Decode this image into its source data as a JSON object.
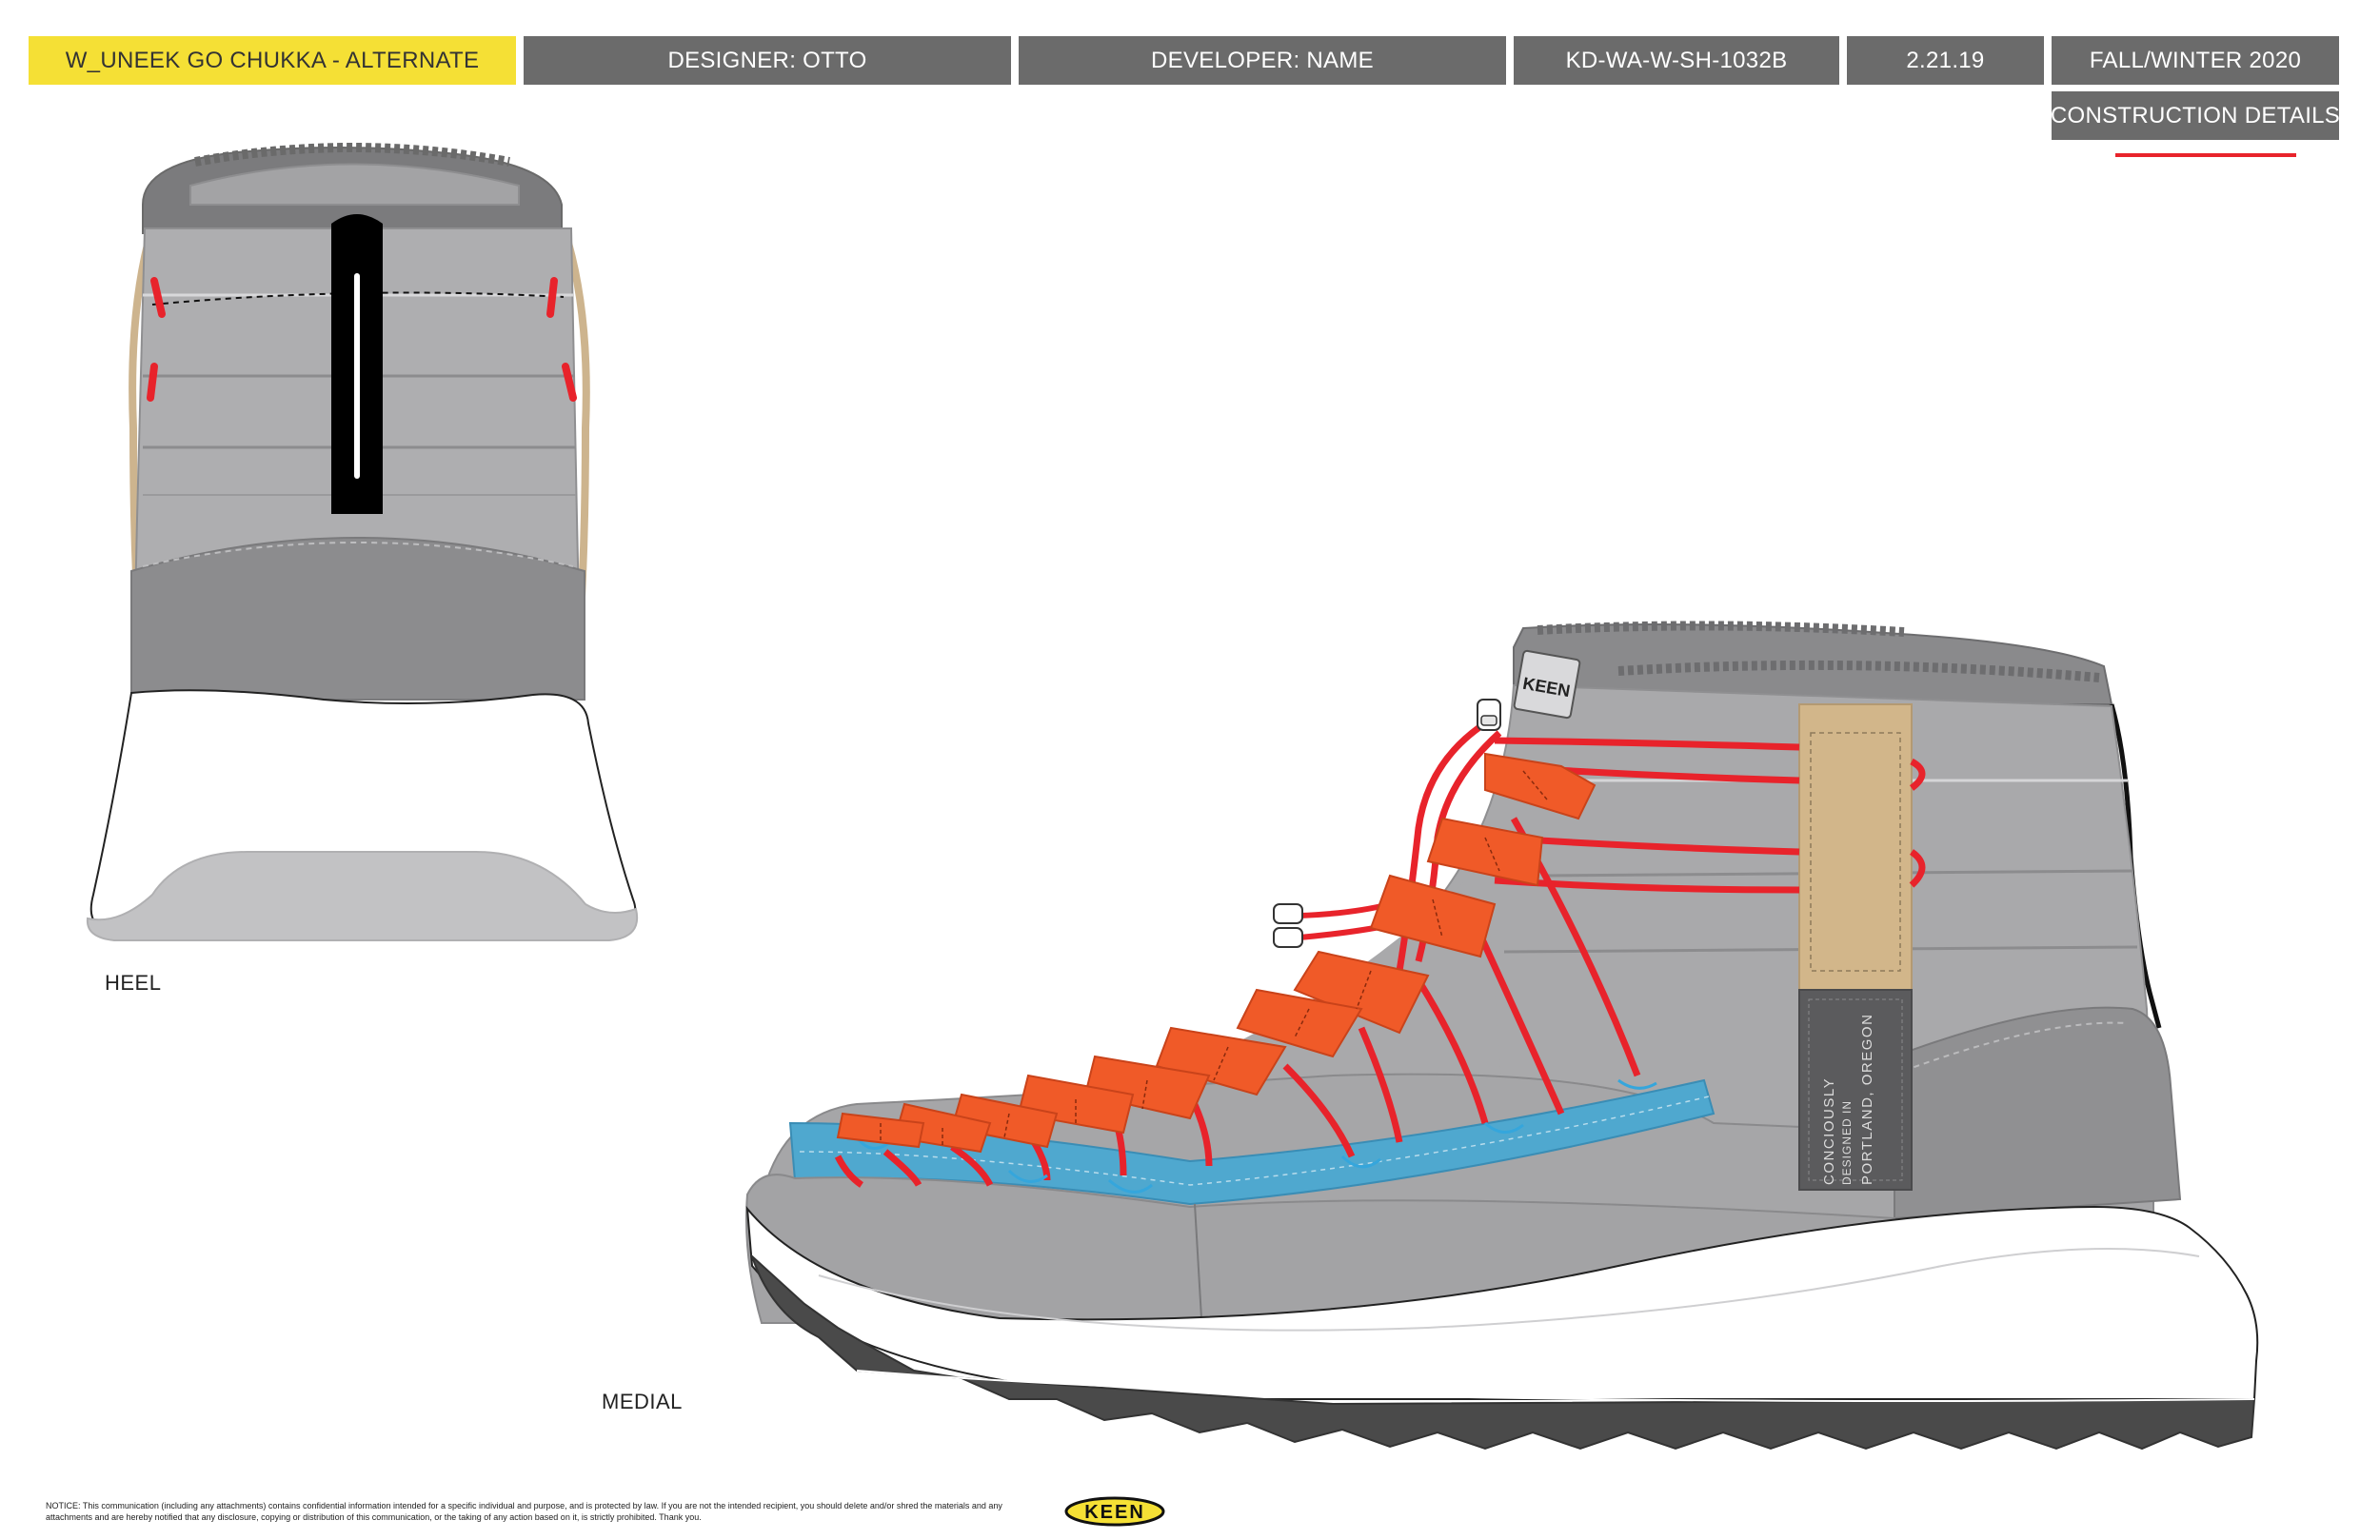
{
  "header": {
    "style_name": "W_UNEEK GO CHUKKA - ALTERNATE",
    "designer": "DESIGNER: OTTO",
    "developer": "DEVELOPER: NAME",
    "style_code": "KD-WA-W-SH-1032B",
    "date": "2.21.19",
    "season": "FALL/WINTER 2020",
    "section": "CONSTRUCTION DETAILS"
  },
  "views": {
    "heel": "HEEL",
    "medial": "MEDIAL"
  },
  "label_patch": {
    "line1": "CONCIOUSLY",
    "line2": "DESIGNED IN",
    "line3": "PORTLAND, OREGON"
  },
  "logo_text": "KEEN",
  "notice": "NOTICE: This communication (including any attachments) contains confidential information intended for a specific individual and purpose, and is protected by law. If you are not the intended recipient, you should delete and/or shred the materials and any attachments and are hereby notified that any disclosure, copying or distribution of this communication, or the taking of any action based on it, is strictly prohibited. Thank you.",
  "colors": {
    "header_yellow": "#f5e035",
    "header_gray": "#6b6b6b",
    "accent_red": "#e8232b",
    "webbing_orange": "#f05a28",
    "rand_blue": "#4fa8cf",
    "tan_strap": "#d2b68a",
    "upper_gray": "#a9a9ab",
    "outsole_dark": "#4a4a4a"
  }
}
